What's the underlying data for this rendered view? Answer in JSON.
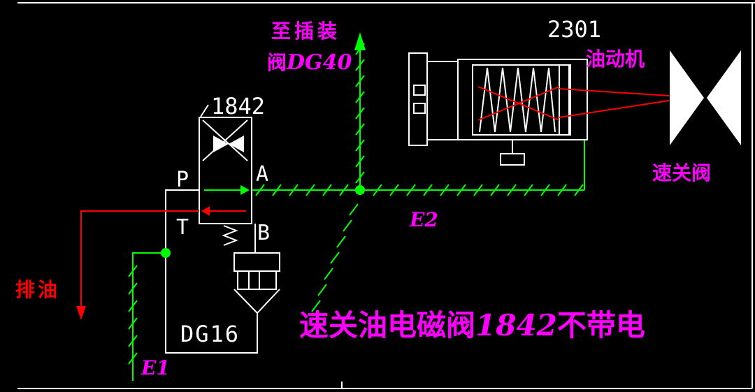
{
  "colors": {
    "background": "#000000",
    "line_white": "#ffffff",
    "hydraulic_green": "#00ff00",
    "drain_red": "#ff0000",
    "label_magenta": "#ff00ff"
  },
  "labels": {
    "to_cartridge_line1": "至插装",
    "to_cartridge_line2_prefix": "阀",
    "to_cartridge_line2_code": "DG40",
    "actuator_number": "2301",
    "actuator_name": "油动机",
    "quick_close_valve": "速关阀",
    "solenoid_valve_number": "1842",
    "port_p": "P",
    "port_a": "A",
    "port_t": "T",
    "port_b": "B",
    "pilot_valve_model": "DG16",
    "node_e1": "E1",
    "node_e2": "E2",
    "drain_oil": "排油",
    "caption_prefix": "速关油电磁阀",
    "caption_number": "1842",
    "caption_suffix": "不带电"
  }
}
